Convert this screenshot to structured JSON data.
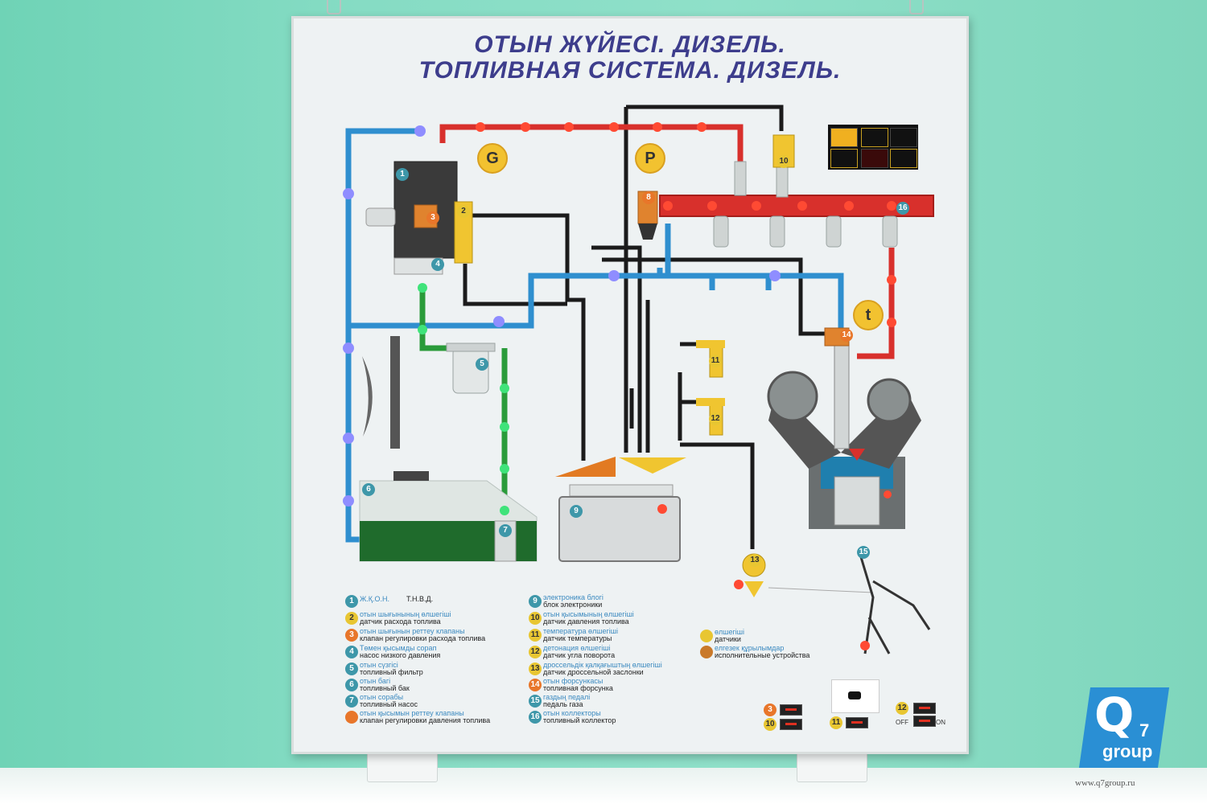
{
  "title": {
    "line1": "ОТЫН ЖҮЙЕСІ. ДИЗЕЛЬ.",
    "line2": "ТОПЛИВНАЯ СИСТЕМА. ДИЗЕЛЬ."
  },
  "symbols": {
    "g": "G",
    "p": "P",
    "t": "t"
  },
  "components": [
    {
      "n": "1"
    },
    {
      "n": "2"
    },
    {
      "n": "3"
    },
    {
      "n": "4"
    },
    {
      "n": "5"
    },
    {
      "n": "6"
    },
    {
      "n": "7"
    },
    {
      "n": "8"
    },
    {
      "n": "9"
    },
    {
      "n": "10"
    },
    {
      "n": "11"
    },
    {
      "n": "12"
    },
    {
      "n": "13"
    },
    {
      "n": "14"
    },
    {
      "n": "15"
    },
    {
      "n": "16"
    }
  ],
  "legend": [
    {
      "n": "1",
      "kz": "Ж.Қ.О.Н.",
      "ru": "Т.Н.В.Д."
    },
    {
      "n": "2",
      "kz": "отын шығынының өлшегіші",
      "ru": "датчик расхода топлива"
    },
    {
      "n": "3",
      "kz": "отын шығынын реттеу клапаны",
      "ru": "клапан регулировки расхода топлива"
    },
    {
      "n": "4",
      "kz": "Төмен қысымды сорап",
      "ru": "насос низкого давления"
    },
    {
      "n": "5",
      "kz": "отын сүзгісі",
      "ru": "топливный фильтр"
    },
    {
      "n": "6",
      "kz": "отын багі",
      "ru": "топливный бак"
    },
    {
      "n": "7",
      "kz": "отын сорабы",
      "ru": "топливный насос"
    },
    {
      "n": "",
      "kz": "отын қысымын реттеу клапаны",
      "ru": "клапан регулировки давления топлива"
    },
    {
      "n": "9",
      "kz": "электроника блогі",
      "ru": "блок электроники"
    },
    {
      "n": "10",
      "kz": "отын қысымының өлшегіші",
      "ru": "датчик давления топлива"
    },
    {
      "n": "11",
      "kz": "температура өлшегіші",
      "ru": "датчик температуры"
    },
    {
      "n": "12",
      "kz": "детонация өлшегіші",
      "ru": "датчик угла поворота"
    },
    {
      "n": "13",
      "kz": "дроссельдік қалқағыштың өлшегіші",
      "ru": "датчик дроссельной заслонки"
    },
    {
      "n": "14",
      "kz": "отын форсункасы",
      "ru": "топливная форсунка"
    },
    {
      "n": "15",
      "kz": "газдың педалі",
      "ru": "педаль газа"
    },
    {
      "n": "16",
      "kz": "отын коллекторы",
      "ru": "топливный коллектор"
    }
  ],
  "key": [
    {
      "kz": "өлшегіші",
      "ru": "датчики"
    },
    {
      "kz": "елгезек құрылымдар",
      "ru": "исполнительные устройства"
    }
  ],
  "controls": {
    "d3": "3",
    "d10": "10",
    "d11": "11",
    "d12": "12",
    "off": "OFF",
    "on": "ON"
  },
  "logo": {
    "q": "Q",
    "seven": "7",
    "group": "group"
  },
  "url": "www.q7group.ru",
  "colors": {
    "blue_line": "#2f8fcf",
    "red_line": "#d8302c",
    "green_line": "#2a9b3a",
    "black_line": "#1b1b1b",
    "blue_led": "#7f7dff",
    "red_led": "#ff3a2a",
    "green_led": "#39e070"
  }
}
